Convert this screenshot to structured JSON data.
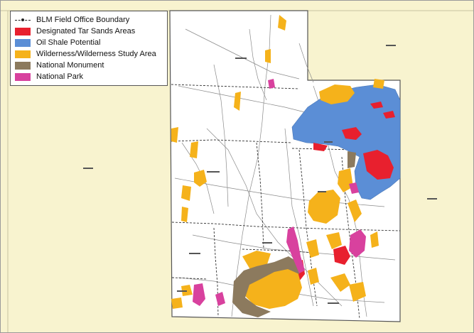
{
  "legend": {
    "items": [
      {
        "key": "blm_boundary",
        "label": "BLM Field Office Boundary",
        "style": "dashed-line",
        "color": "#222222"
      },
      {
        "key": "tar_sands",
        "label": "Designated Tar Sands Areas",
        "style": "fill",
        "color": "#e8202e"
      },
      {
        "key": "oil_shale",
        "label": "Oil Shale Potential",
        "style": "fill",
        "color": "#5b8ed6"
      },
      {
        "key": "wilderness",
        "label": "Wilderness/Wilderness Study Area",
        "style": "fill",
        "color": "#f5b21b"
      },
      {
        "key": "national_monument",
        "label": "National Monument",
        "style": "fill",
        "color": "#8c7a5e"
      },
      {
        "key": "national_park",
        "label": "National Park",
        "style": "fill",
        "color": "#d8419e"
      }
    ]
  },
  "colors": {
    "surrounding_states": "#f8f3cf",
    "utah_fill": "#ffffff",
    "roads": "#8a8a8a"
  }
}
